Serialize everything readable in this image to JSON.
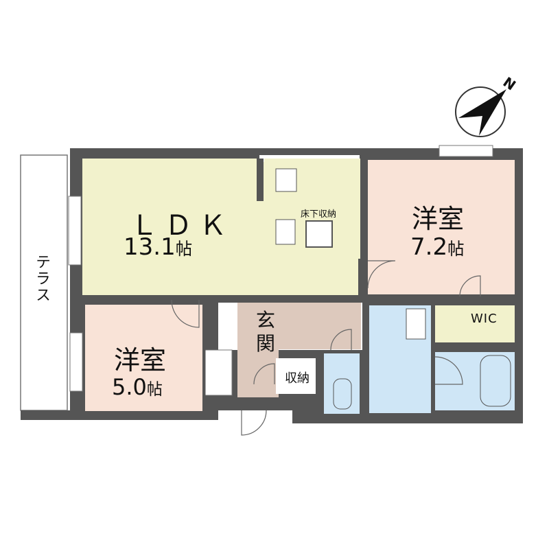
{
  "rooms": {
    "ldk": {
      "name": "ＬＤＫ",
      "size": "13.1",
      "unit": "帖"
    },
    "western_large": {
      "name": "洋室",
      "size": "7.2",
      "unit": "帖"
    },
    "western_small": {
      "name": "洋室",
      "size": "5.0",
      "unit": "帖"
    },
    "entrance": {
      "name": "玄関"
    },
    "storage": {
      "name": "収納"
    },
    "underfloor_storage": {
      "name": "床下収納"
    },
    "walk_in_closet": {
      "name": "WIC"
    },
    "terrace": {
      "name": "テラス"
    }
  },
  "compass": {
    "direction": "N"
  },
  "colors": {
    "wall": "#555555",
    "ldk": "#f2f2cc",
    "western": "#f9e3d7",
    "entrance": "#ddc9bd",
    "wet_area": "#cfe6f6",
    "wic": "#f2f2cc"
  }
}
